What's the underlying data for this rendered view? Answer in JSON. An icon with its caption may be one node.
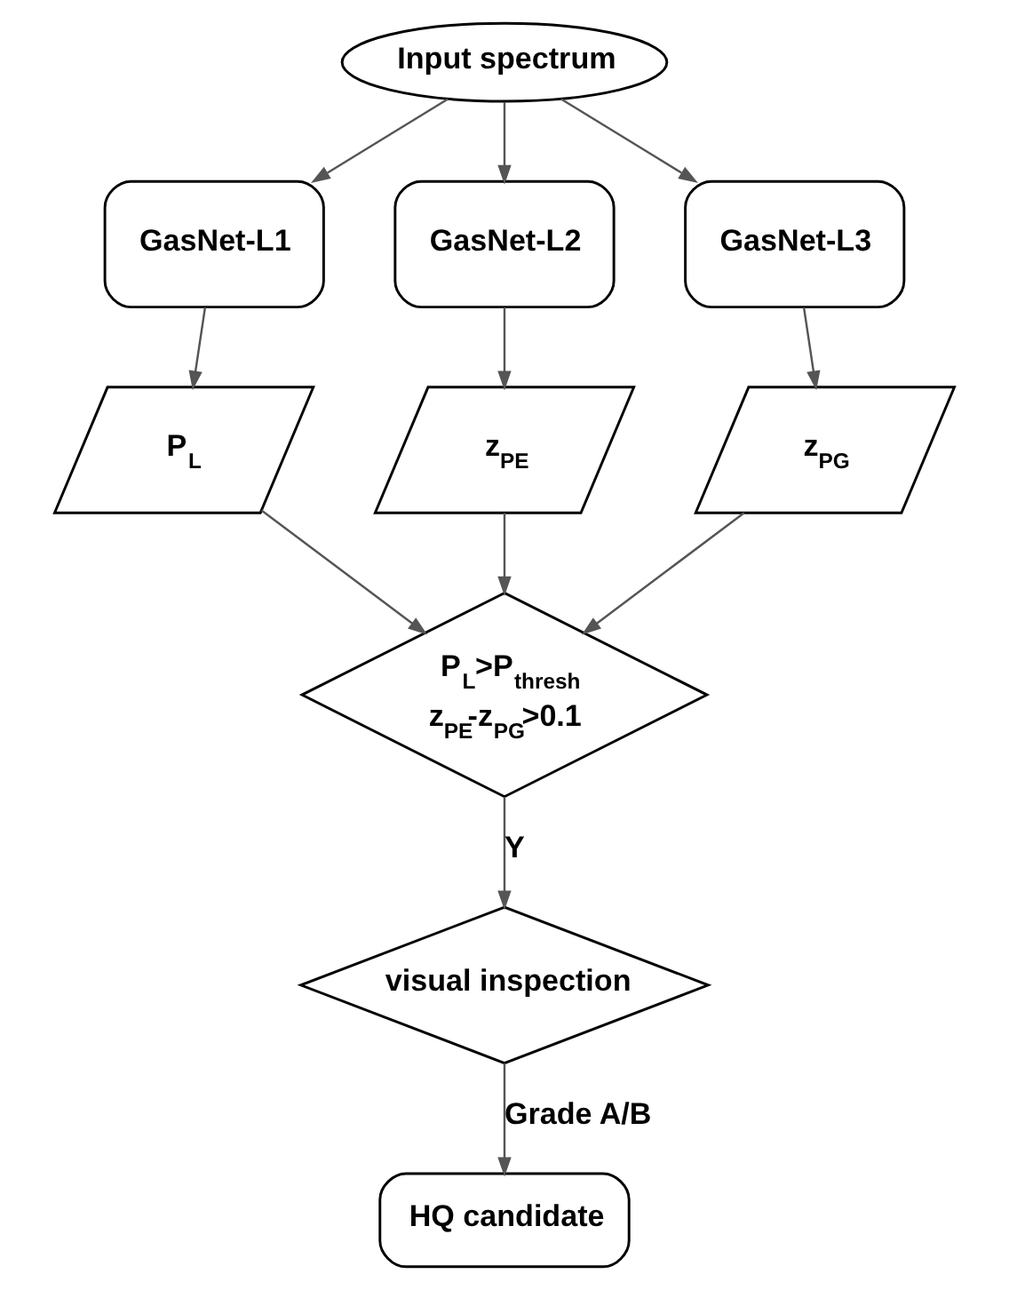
{
  "diagram": {
    "nodes": [
      {
        "text": [
          "Input spectrum"
        ]
      },
      {
        "text": [
          "GasNet-L1"
        ]
      },
      {
        "text": [
          "GasNet-L2"
        ]
      },
      {
        "text": [
          "GasNet-L3"
        ]
      },
      {
        "text": [
          "P$_{L}$"
        ]
      },
      {
        "text": [
          "z$_{PE}$"
        ]
      },
      {
        "text": [
          "z$_{PG}$"
        ]
      },
      {
        "text": [
          "P$_{L}$>P$_{thresh}$",
          "z$_{PE}$-z$_{PG}$>0.1"
        ]
      },
      {
        "text": [
          "visual inspection"
        ]
      },
      {
        "text": [
          "HQ candidate"
        ]
      }
    ],
    "edges": [
      {
        "from": 0,
        "to": 1,
        "arrow": "to"
      },
      {
        "from": 0,
        "to": 2,
        "arrow": "to"
      },
      {
        "from": 0,
        "to": 3,
        "arrow": "to"
      },
      {
        "from": 1,
        "to": 4,
        "arrow": "to"
      },
      {
        "from": 2,
        "to": 5,
        "arrow": "to"
      },
      {
        "from": 3,
        "to": 6,
        "arrow": "to"
      },
      {
        "from": 4,
        "to": 7,
        "arrow": "to"
      },
      {
        "from": 5,
        "to": 7,
        "arrow": "to"
      },
      {
        "from": 6,
        "to": 7,
        "arrow": "to"
      },
      {
        "from": 7,
        "to": 8,
        "label": "Y",
        "arrow": "to"
      },
      {
        "from": 8,
        "to": 9,
        "label": "Grade A/B",
        "arrow": "to"
      }
    ]
  }
}
